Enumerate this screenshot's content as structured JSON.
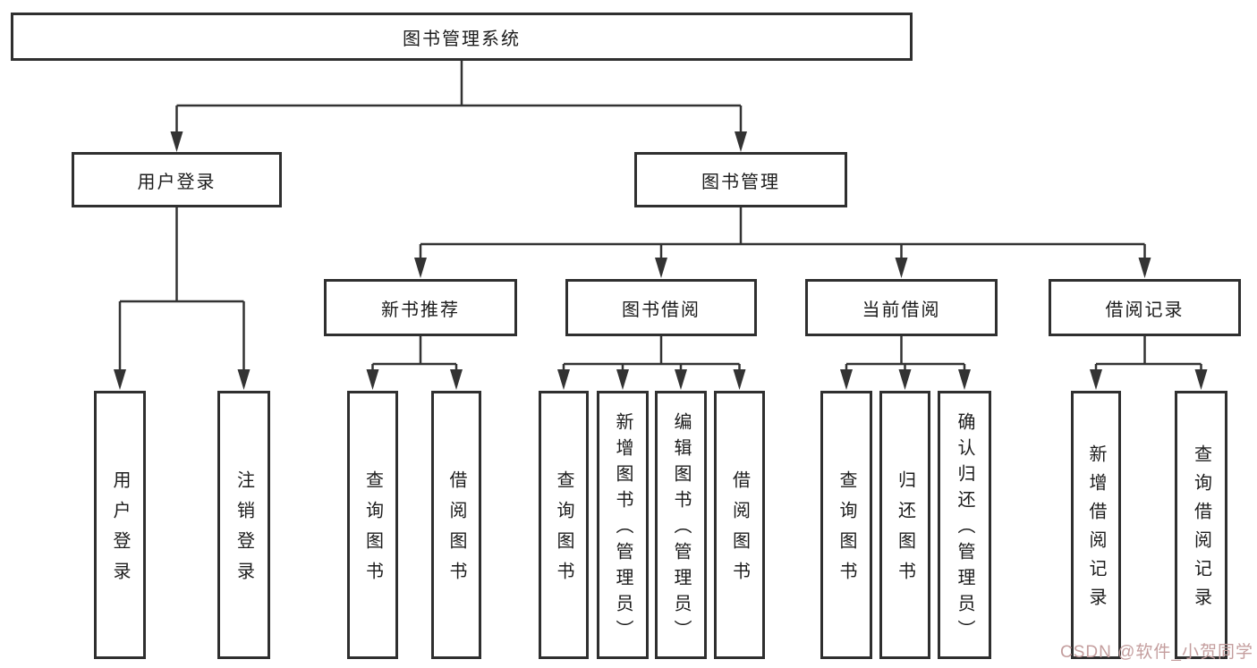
{
  "diagram": {
    "root": {
      "label": "图书管理系统"
    },
    "level2": {
      "user_login": {
        "label": "用户登录"
      },
      "book_mgmt": {
        "label": "图书管理"
      }
    },
    "level3": {
      "new_book_rec": {
        "label": "新书推荐"
      },
      "book_borrow": {
        "label": "图书借阅"
      },
      "current_borrow": {
        "label": "当前借阅"
      },
      "borrow_records": {
        "label": "借阅记录"
      }
    },
    "leaves": [
      {
        "label": "用户登录"
      },
      {
        "label": "注销登录"
      },
      {
        "label": "查询图书"
      },
      {
        "label": "借阅图书"
      },
      {
        "label": "查询图书"
      },
      {
        "label": "新增图书（管理员）"
      },
      {
        "label": "编辑图书（管理员）"
      },
      {
        "label": "借阅图书"
      },
      {
        "label": "查询图书"
      },
      {
        "label": "归还图书"
      },
      {
        "label": "确认归还（管理员）"
      },
      {
        "label": "新增借阅记录"
      },
      {
        "label": "查询借阅记录"
      }
    ],
    "colors": {
      "line": "#333333",
      "border": "#2f2f2f",
      "text": "#1c1c1c",
      "watermark": "#c49e9e"
    }
  },
  "watermark": {
    "text": "CSDN @软件_小贺同学"
  }
}
